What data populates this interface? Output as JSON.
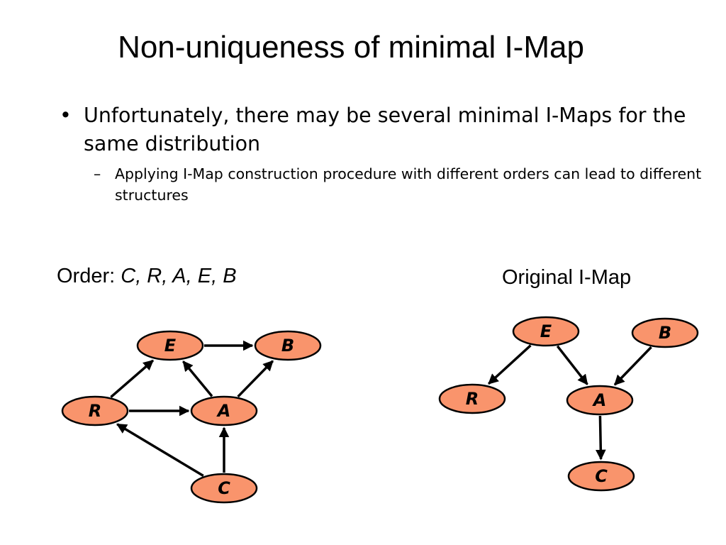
{
  "slide": {
    "title": "Non-uniqueness of minimal I-Map",
    "bullet": {
      "marker": "•",
      "text": "Unfortunately, there may be several minimal I-Maps for the same distribution"
    },
    "sub_bullet": {
      "marker": "–",
      "text": "Applying I-Map construction procedure with different orders can lead to different structures"
    }
  },
  "left_diagram": {
    "caption_prefix": "Order: ",
    "caption_order": "C, R, A, E, B",
    "nodes": [
      {
        "id": "E",
        "label": "E"
      },
      {
        "id": "B",
        "label": "B"
      },
      {
        "id": "R",
        "label": "R"
      },
      {
        "id": "A",
        "label": "A"
      },
      {
        "id": "C",
        "label": "C"
      }
    ],
    "edges": [
      {
        "from": "E",
        "to": "B"
      },
      {
        "from": "R",
        "to": "E"
      },
      {
        "from": "A",
        "to": "E"
      },
      {
        "from": "A",
        "to": "B"
      },
      {
        "from": "R",
        "to": "A"
      },
      {
        "from": "C",
        "to": "R"
      },
      {
        "from": "C",
        "to": "A"
      }
    ]
  },
  "right_diagram": {
    "caption": "Original I-Map",
    "nodes": [
      {
        "id": "E",
        "label": "E"
      },
      {
        "id": "B",
        "label": "B"
      },
      {
        "id": "R",
        "label": "R"
      },
      {
        "id": "A",
        "label": "A"
      },
      {
        "id": "C",
        "label": "C"
      }
    ],
    "edges": [
      {
        "from": "E",
        "to": "R"
      },
      {
        "from": "E",
        "to": "A"
      },
      {
        "from": "B",
        "to": "A"
      },
      {
        "from": "A",
        "to": "C"
      }
    ]
  },
  "colors": {
    "node_fill": "#f9946c",
    "node_stroke": "#000000",
    "edge": "#000000"
  }
}
